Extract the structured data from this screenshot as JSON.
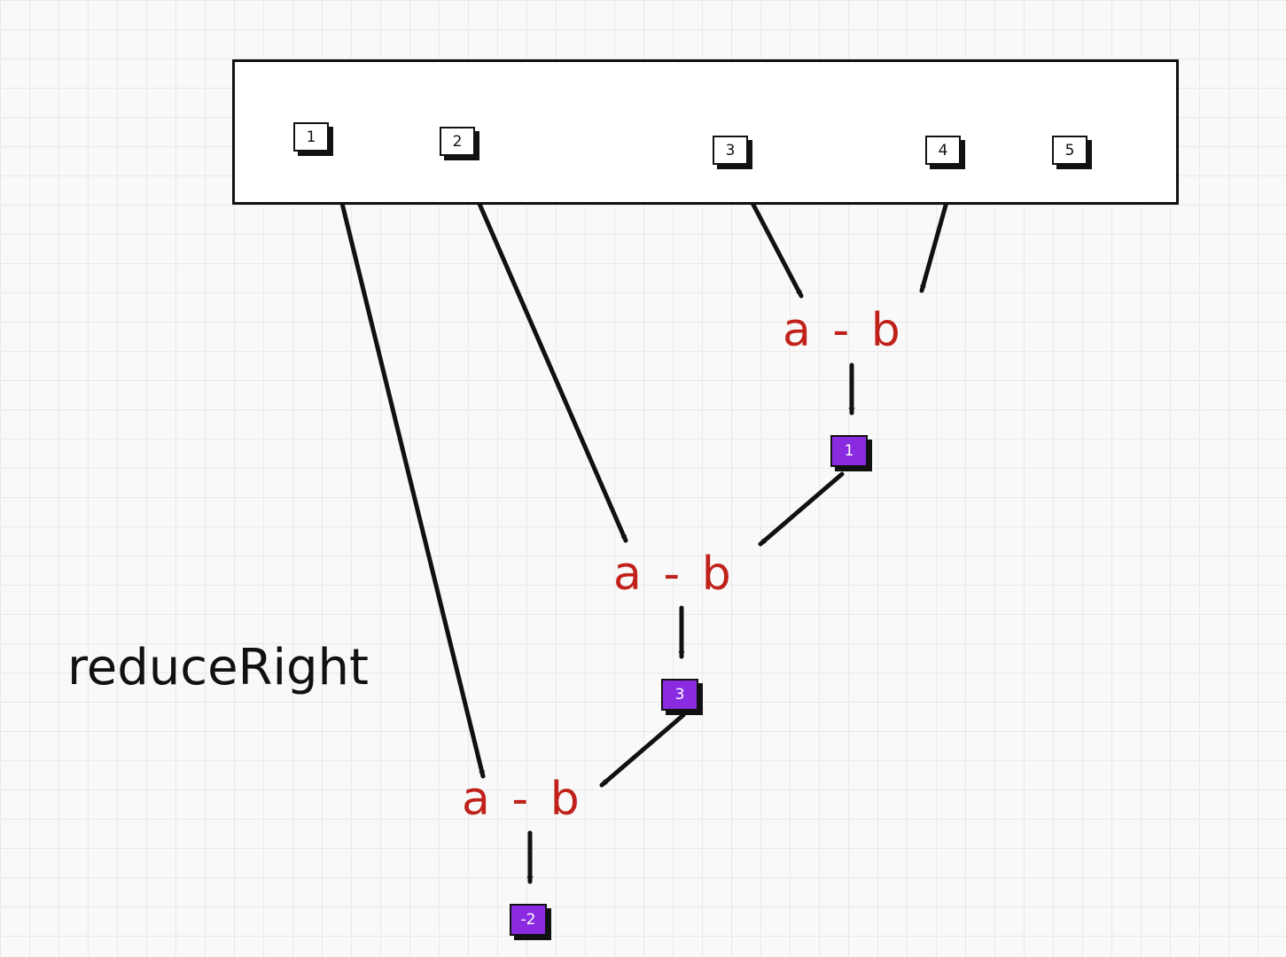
{
  "caption": "reduceRight",
  "operation_label": "a - b",
  "array": {
    "items": [
      "1",
      "2",
      "3",
      "4",
      "5"
    ]
  },
  "results": [
    "1",
    "3",
    "-2"
  ],
  "colors": {
    "ink": "#111111",
    "operation_text": "#c0211a",
    "result_fill": "#8a2be2",
    "result_text": "#ffffff"
  }
}
